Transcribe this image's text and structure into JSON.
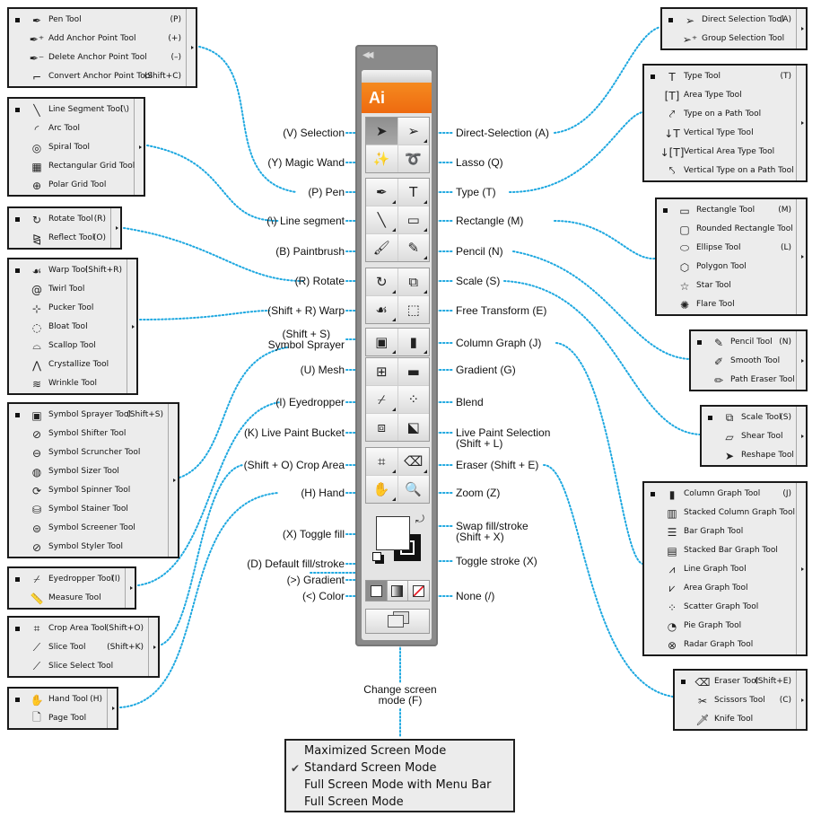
{
  "colors": {
    "connector": "#1ea8e0",
    "logo_orange": "#f07a18",
    "toolbar_gray": "#8a8a8a",
    "flyout_bg": "#ececec",
    "none_red": "#e8202a"
  },
  "toolbar": {
    "collapse_icon": "double-chevron-left-icon",
    "logo_text": "Ai",
    "groups": [
      {
        "buttons": [
          {
            "icon": "selection-arrow-icon",
            "glyph": "➤",
            "selected": true
          },
          {
            "icon": "direct-selection-arrow-icon",
            "glyph": "➢",
            "corner": true
          }
        ]
      },
      {
        "buttons": [
          {
            "icon": "magic-wand-icon",
            "glyph": "✨"
          },
          {
            "icon": "lasso-icon",
            "glyph": "➰"
          }
        ]
      },
      {
        "buttons": [
          {
            "icon": "pen-icon",
            "glyph": "✒",
            "corner": true
          },
          {
            "icon": "type-icon",
            "glyph": "T",
            "corner": true
          }
        ]
      },
      {
        "buttons": [
          {
            "icon": "line-segment-icon",
            "glyph": "╲",
            "corner": true
          },
          {
            "icon": "rectangle-icon",
            "glyph": "▭",
            "corner": true
          }
        ]
      },
      {
        "buttons": [
          {
            "icon": "paintbrush-icon",
            "glyph": "🖌"
          },
          {
            "icon": "pencil-icon",
            "glyph": "✎",
            "corner": true
          }
        ]
      },
      {
        "buttons": [
          {
            "icon": "rotate-icon",
            "glyph": "↻",
            "corner": true
          },
          {
            "icon": "scale-icon",
            "glyph": "⧉",
            "corner": true
          }
        ]
      },
      {
        "buttons": [
          {
            "icon": "warp-icon",
            "glyph": "☙",
            "corner": true
          },
          {
            "icon": "free-transform-icon",
            "glyph": "⬚"
          }
        ]
      },
      {
        "buttons": [
          {
            "icon": "symbol-sprayer-icon",
            "glyph": "▣",
            "corner": true
          },
          {
            "icon": "column-graph-icon",
            "glyph": "▮",
            "corner": true
          }
        ]
      },
      {
        "buttons": [
          {
            "icon": "mesh-icon",
            "glyph": "⊞"
          },
          {
            "icon": "gradient-icon",
            "glyph": "▬"
          }
        ]
      },
      {
        "buttons": [
          {
            "icon": "eyedropper-icon",
            "glyph": "⌿",
            "corner": true
          },
          {
            "icon": "blend-icon",
            "glyph": "⁘"
          }
        ]
      },
      {
        "buttons": [
          {
            "icon": "live-paint-bucket-icon",
            "glyph": "⧈"
          },
          {
            "icon": "live-paint-selection-icon",
            "glyph": "⬕"
          }
        ]
      },
      {
        "buttons": [
          {
            "icon": "crop-area-icon",
            "glyph": "⌗",
            "corner": true
          },
          {
            "icon": "eraser-icon",
            "glyph": "⌫",
            "corner": true
          }
        ]
      },
      {
        "buttons": [
          {
            "icon": "hand-icon",
            "glyph": "✋",
            "corner": true
          },
          {
            "icon": "zoom-icon",
            "glyph": "🔍"
          }
        ]
      }
    ],
    "fill_stroke": {
      "fill": "#ffffff",
      "stroke": "#111111"
    },
    "color_modes": [
      {
        "icon": "color-mode-icon"
      },
      {
        "icon": "gradient-mode-icon"
      },
      {
        "icon": "none-mode-icon"
      }
    ],
    "screen_mode_icon": "screen-mode-icon"
  },
  "left_callouts": [
    "(V) Selection",
    "(Y) Magic Wand",
    "(P) Pen",
    "(\\) Line segment",
    "(B) Paintbrush",
    "(R) Rotate",
    "(Shift + R) Warp",
    "(Shift + S)\nSymbol Sprayer",
    "(U) Mesh",
    "(I) Eyedropper",
    "(K) Live Paint Bucket",
    "(Shift + O) Crop Area",
    "(H) Hand",
    "(X) Toggle fill",
    "(D) Default fill/stroke",
    "(>) Gradient",
    "(<) Color"
  ],
  "right_callouts": [
    "Direct-Selection (A)",
    "Lasso (Q)",
    "Type (T)",
    "Rectangle (M)",
    "Pencil (N)",
    "Scale (S)",
    "Free Transform (E)",
    "Column Graph (J)",
    "Gradient (G)",
    "Blend",
    "Live Paint Selection\n(Shift + L)",
    "Eraser (Shift + E)",
    "Zoom (Z)",
    "Swap fill/stroke\n(Shift + X)",
    "Toggle stroke (X)",
    "None (/)"
  ],
  "bottom_callout": "Change screen\nmode (F)",
  "flyouts": [
    {
      "id": "pen",
      "items": [
        {
          "label": "Pen Tool",
          "key": "(P)",
          "icon": "pen-icon",
          "glyph": "✒",
          "active": true
        },
        {
          "label": "Add Anchor Point Tool",
          "key": "(+)",
          "icon": "add-anchor-point-icon",
          "glyph": "✒⁺"
        },
        {
          "label": "Delete Anchor Point Tool",
          "key": "(–)",
          "icon": "delete-anchor-point-icon",
          "glyph": "✒⁻"
        },
        {
          "label": "Convert Anchor Point Tool",
          "key": "(Shift+C)",
          "icon": "convert-anchor-point-icon",
          "glyph": "⌐"
        }
      ]
    },
    {
      "id": "line",
      "items": [
        {
          "label": "Line Segment Tool",
          "key": "(\\)",
          "icon": "line-segment-icon",
          "glyph": "╲",
          "active": true
        },
        {
          "label": "Arc Tool",
          "key": "",
          "icon": "arc-icon",
          "glyph": "◜"
        },
        {
          "label": "Spiral Tool",
          "key": "",
          "icon": "spiral-icon",
          "glyph": "◎"
        },
        {
          "label": "Rectangular Grid Tool",
          "key": "",
          "icon": "rectangular-grid-icon",
          "glyph": "▦"
        },
        {
          "label": "Polar Grid Tool",
          "key": "",
          "icon": "polar-grid-icon",
          "glyph": "⊕"
        }
      ]
    },
    {
      "id": "rotate",
      "items": [
        {
          "label": "Rotate Tool",
          "key": "(R)",
          "icon": "rotate-icon",
          "glyph": "↻",
          "active": true
        },
        {
          "label": "Reflect Tool",
          "key": "(O)",
          "icon": "reflect-icon",
          "glyph": "⧎"
        }
      ]
    },
    {
      "id": "warp",
      "items": [
        {
          "label": "Warp Tool",
          "key": "(Shift+R)",
          "icon": "warp-icon",
          "glyph": "☙",
          "active": true
        },
        {
          "label": "Twirl Tool",
          "key": "",
          "icon": "twirl-icon",
          "glyph": "@"
        },
        {
          "label": "Pucker Tool",
          "key": "",
          "icon": "pucker-icon",
          "glyph": "⊹"
        },
        {
          "label": "Bloat Tool",
          "key": "",
          "icon": "bloat-icon",
          "glyph": "◌"
        },
        {
          "label": "Scallop Tool",
          "key": "",
          "icon": "scallop-icon",
          "glyph": "⌓"
        },
        {
          "label": "Crystallize Tool",
          "key": "",
          "icon": "crystallize-icon",
          "glyph": "⋀"
        },
        {
          "label": "Wrinkle Tool",
          "key": "",
          "icon": "wrinkle-icon",
          "glyph": "≋"
        }
      ]
    },
    {
      "id": "symbol",
      "items": [
        {
          "label": "Symbol Sprayer Tool",
          "key": "(Shift+S)",
          "icon": "symbol-sprayer-icon",
          "glyph": "▣",
          "active": true
        },
        {
          "label": "Symbol Shifter Tool",
          "key": "",
          "icon": "symbol-shifter-icon",
          "glyph": "⊘"
        },
        {
          "label": "Symbol Scruncher Tool",
          "key": "",
          "icon": "symbol-scruncher-icon",
          "glyph": "⊖"
        },
        {
          "label": "Symbol Sizer Tool",
          "key": "",
          "icon": "symbol-sizer-icon",
          "glyph": "◍"
        },
        {
          "label": "Symbol Spinner Tool",
          "key": "",
          "icon": "symbol-spinner-icon",
          "glyph": "⟳"
        },
        {
          "label": "Symbol Stainer Tool",
          "key": "",
          "icon": "symbol-stainer-icon",
          "glyph": "⛁"
        },
        {
          "label": "Symbol Screener Tool",
          "key": "",
          "icon": "symbol-screener-icon",
          "glyph": "⊜"
        },
        {
          "label": "Symbol Styler Tool",
          "key": "",
          "icon": "symbol-styler-icon",
          "glyph": "⊘"
        }
      ]
    },
    {
      "id": "eyedropper",
      "items": [
        {
          "label": "Eyedropper Tool",
          "key": "(I)",
          "icon": "eyedropper-icon",
          "glyph": "⌿",
          "active": true
        },
        {
          "label": "Measure Tool",
          "key": "",
          "icon": "measure-icon",
          "glyph": "📏"
        }
      ]
    },
    {
      "id": "crop",
      "items": [
        {
          "label": "Crop Area Tool",
          "key": "(Shift+O)",
          "icon": "crop-area-icon",
          "glyph": "⌗",
          "active": true
        },
        {
          "label": "Slice Tool",
          "key": "(Shift+K)",
          "icon": "slice-icon",
          "glyph": "⟋"
        },
        {
          "label": "Slice Select Tool",
          "key": "",
          "icon": "slice-select-icon",
          "glyph": "⟋"
        }
      ]
    },
    {
      "id": "hand",
      "items": [
        {
          "label": "Hand Tool",
          "key": "(H)",
          "icon": "hand-icon",
          "glyph": "✋",
          "active": true
        },
        {
          "label": "Page Tool",
          "key": "",
          "icon": "page-icon",
          "glyph": "🗋"
        }
      ]
    },
    {
      "id": "direct",
      "items": [
        {
          "label": "Direct Selection Tool",
          "key": "(A)",
          "icon": "direct-selection-icon",
          "glyph": "➢",
          "active": true
        },
        {
          "label": "Group Selection Tool",
          "key": "",
          "icon": "group-selection-icon",
          "glyph": "➢⁺"
        }
      ]
    },
    {
      "id": "type",
      "items": [
        {
          "label": "Type Tool",
          "key": "(T)",
          "icon": "type-icon",
          "glyph": "T",
          "active": true
        },
        {
          "label": "Area Type Tool",
          "key": "",
          "icon": "area-type-icon",
          "glyph": "[T]"
        },
        {
          "label": "Type on a Path Tool",
          "key": "",
          "icon": "type-on-path-icon",
          "glyph": "⤤"
        },
        {
          "label": "Vertical Type Tool",
          "key": "",
          "icon": "vertical-type-icon",
          "glyph": "↓T"
        },
        {
          "label": "Vertical Area Type Tool",
          "key": "",
          "icon": "vertical-area-type-icon",
          "glyph": "↓[T]"
        },
        {
          "label": "Vertical Type on a Path Tool",
          "key": "",
          "icon": "vertical-type-on-path-icon",
          "glyph": "⤣"
        }
      ]
    },
    {
      "id": "rect",
      "items": [
        {
          "label": "Rectangle Tool",
          "key": "(M)",
          "icon": "rectangle-icon",
          "glyph": "▭",
          "active": true
        },
        {
          "label": "Rounded Rectangle Tool",
          "key": "",
          "icon": "rounded-rectangle-icon",
          "glyph": "▢"
        },
        {
          "label": "Ellipse Tool",
          "key": "(L)",
          "icon": "ellipse-icon",
          "glyph": "⬭"
        },
        {
          "label": "Polygon Tool",
          "key": "",
          "icon": "polygon-icon",
          "glyph": "⬡"
        },
        {
          "label": "Star Tool",
          "key": "",
          "icon": "star-icon",
          "glyph": "☆"
        },
        {
          "label": "Flare Tool",
          "key": "",
          "icon": "flare-icon",
          "glyph": "✺"
        }
      ]
    },
    {
      "id": "pencil",
      "items": [
        {
          "label": "Pencil Tool",
          "key": "(N)",
          "icon": "pencil-icon",
          "glyph": "✎",
          "active": true
        },
        {
          "label": "Smooth Tool",
          "key": "",
          "icon": "smooth-icon",
          "glyph": "✐"
        },
        {
          "label": "Path Eraser Tool",
          "key": "",
          "icon": "path-eraser-icon",
          "glyph": "✏"
        }
      ]
    },
    {
      "id": "scale",
      "items": [
        {
          "label": "Scale Tool",
          "key": "(S)",
          "icon": "scale-icon",
          "glyph": "⧉",
          "active": true
        },
        {
          "label": "Shear Tool",
          "key": "",
          "icon": "shear-icon",
          "glyph": "▱"
        },
        {
          "label": "Reshape Tool",
          "key": "",
          "icon": "reshape-icon",
          "glyph": "➤"
        }
      ]
    },
    {
      "id": "graph",
      "items": [
        {
          "label": "Column Graph Tool",
          "key": "(J)",
          "icon": "column-graph-icon",
          "glyph": "▮",
          "active": true
        },
        {
          "label": "Stacked Column Graph Tool",
          "key": "",
          "icon": "stacked-column-graph-icon",
          "glyph": "▥"
        },
        {
          "label": "Bar Graph Tool",
          "key": "",
          "icon": "bar-graph-icon",
          "glyph": "☰"
        },
        {
          "label": "Stacked Bar Graph Tool",
          "key": "",
          "icon": "stacked-bar-graph-icon",
          "glyph": "▤"
        },
        {
          "label": "Line Graph Tool",
          "key": "",
          "icon": "line-graph-icon",
          "glyph": "⩘"
        },
        {
          "label": "Area Graph Tool",
          "key": "",
          "icon": "area-graph-icon",
          "glyph": "⩗"
        },
        {
          "label": "Scatter Graph Tool",
          "key": "",
          "icon": "scatter-graph-icon",
          "glyph": "⁘"
        },
        {
          "label": "Pie Graph Tool",
          "key": "",
          "icon": "pie-graph-icon",
          "glyph": "◔"
        },
        {
          "label": "Radar Graph Tool",
          "key": "",
          "icon": "radar-graph-icon",
          "glyph": "⊗"
        }
      ]
    },
    {
      "id": "eraser",
      "items": [
        {
          "label": "Eraser Tool",
          "key": "(Shift+E)",
          "icon": "eraser-icon",
          "glyph": "⌫",
          "active": true
        },
        {
          "label": "Scissors Tool",
          "key": "(C)",
          "icon": "scissors-icon",
          "glyph": "✂"
        },
        {
          "label": "Knife Tool",
          "key": "",
          "icon": "knife-icon",
          "glyph": "🗡"
        }
      ]
    }
  ],
  "screen_modes": {
    "items": [
      {
        "label": "Maximized Screen Mode",
        "checked": false
      },
      {
        "label": "Standard Screen Mode",
        "checked": true
      },
      {
        "label": "Full Screen Mode with Menu Bar",
        "checked": false
      },
      {
        "label": "Full Screen Mode",
        "checked": false
      }
    ],
    "check_glyph": "✔"
  }
}
